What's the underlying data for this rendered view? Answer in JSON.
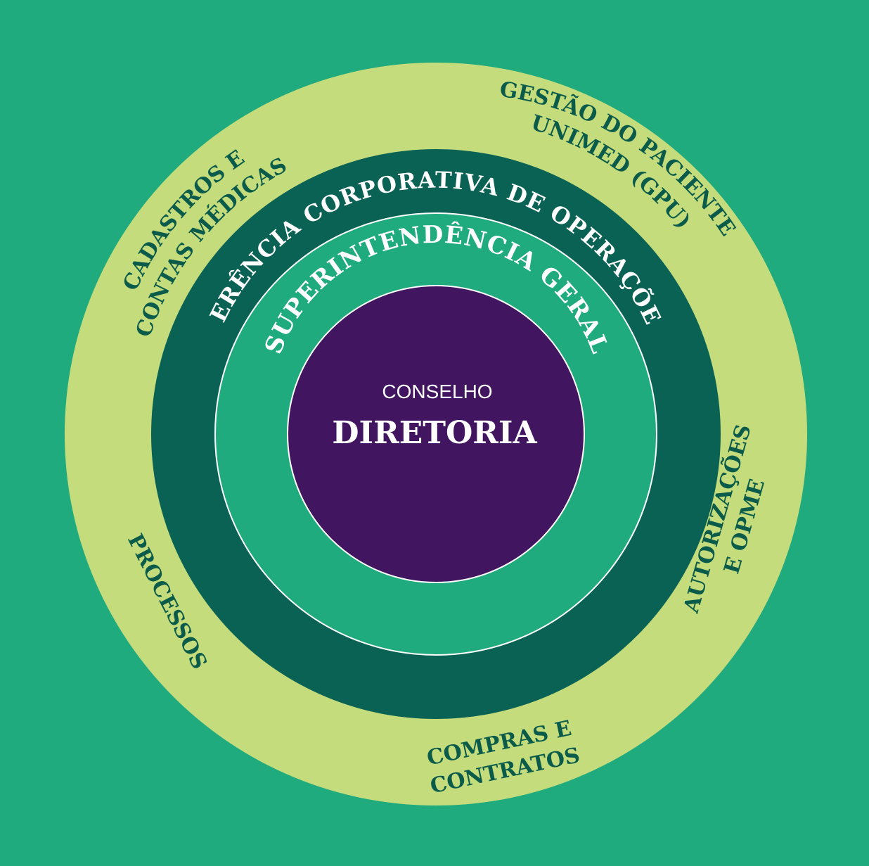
{
  "colors": {
    "background": "#1fab7e",
    "outer_ring": "#c4dc7c",
    "dark_ring": "#0a6254",
    "mid_ring": "#1fab7e",
    "core": "#421560",
    "outer_text": "#0b5b4a",
    "light_text": "#ffffff",
    "divider": "#ffffff"
  },
  "rings": {
    "dark_ring_label": "GERÊNCIA CORPORATIVA DE OPERAÇÕES",
    "mid_ring_label": "SUPERINTENDÊNCIA GERAL"
  },
  "core": {
    "subtitle": "CONSELHO",
    "title": "DIRETORIA"
  },
  "outer_areas": {
    "cadastros": [
      "CADASTROS E",
      "CONTAS MÉDICAS"
    ],
    "gestao": [
      "GESTÃO DO PACIENTE",
      "UNIMED (GPU)"
    ],
    "autorizacoes": [
      "AUTORIZAÇÕES",
      "E OPME"
    ],
    "compras": [
      "COMPRAS E",
      "CONTRATOS"
    ],
    "processos": [
      "PROCESSOS"
    ]
  }
}
